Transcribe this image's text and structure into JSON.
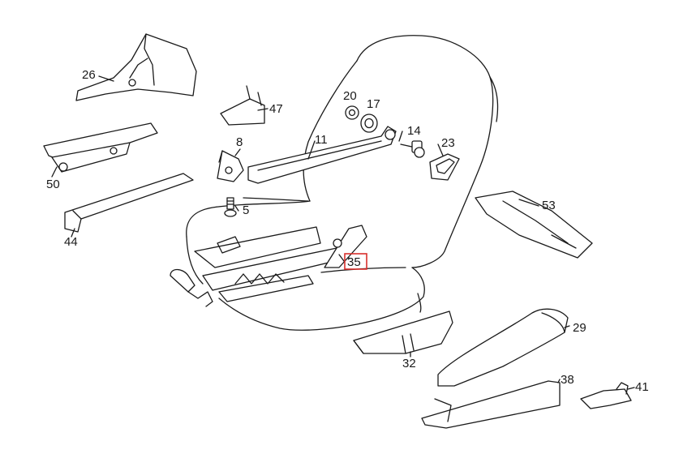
{
  "colors": {
    "line": "#1a1a1a",
    "background": "#ffffff",
    "highlight": "#d9302c"
  },
  "highlighted_part": "35",
  "callouts": {
    "p26": "26",
    "p47": "47",
    "p20": "20",
    "p17": "17",
    "p14": "14",
    "p23": "23",
    "p11": "11",
    "p8": "8",
    "p50": "50",
    "p5": "5",
    "p53": "53",
    "p44": "44",
    "p35": "35",
    "p29": "29",
    "p32": "32",
    "p38": "38",
    "p41": "41"
  }
}
